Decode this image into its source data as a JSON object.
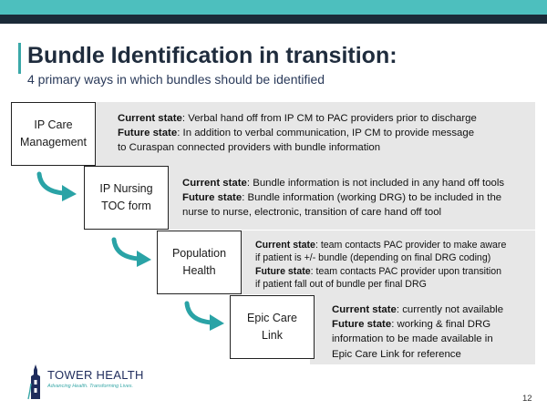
{
  "slide": {
    "title": "Bundle Identification in transition:",
    "subtitle": "4 primary ways in which bundles should be identified",
    "page_number": "12",
    "colors": {
      "teal": "#4dbfbe",
      "navy": "#1b2a38",
      "panel": "#e7e7e7"
    }
  },
  "steps": [
    {
      "box": [
        "IP Care",
        "Management"
      ],
      "current_label": "Current state",
      "current_lines": [
        ": Verbal hand off from IP CM to PAC providers prior to discharge"
      ],
      "future_label": "Future state",
      "future_lines": [
        ": In addition to verbal communication, IP CM to provide message",
        "to Curaspan connected providers with bundle information"
      ]
    },
    {
      "box": [
        "IP Nursing",
        "TOC form"
      ],
      "current_label": "Current state",
      "current_lines": [
        ": Bundle information is not included in any hand off tools"
      ],
      "future_label": "Future state",
      "future_lines": [
        ": Bundle information (working DRG) to be included in the",
        "nurse to nurse, electronic, transition of care hand off tool"
      ]
    },
    {
      "box": [
        "Population",
        "Health"
      ],
      "current_label": "Current state",
      "current_lines": [
        ": team contacts PAC provider to make aware",
        "if patient is +/- bundle  (depending  on final DRG coding)"
      ],
      "future_label": "Future state",
      "future_lines": [
        ": team contacts PAC provider upon transition",
        "if patient fall out of bundle  per final DRG"
      ]
    },
    {
      "box": [
        "Epic Care",
        "Link"
      ],
      "current_label": "Current state",
      "current_lines": [
        ": currently not available"
      ],
      "future_label": "Future state",
      "future_lines": [
        ": working & final DRG",
        "information to be made available in",
        "Epic Care Link for reference"
      ]
    }
  ],
  "logo": {
    "name": "TOWER HEALTH",
    "tagline": "Advancing Health. Transforming Lives.",
    "icon": "tower-logo-icon"
  }
}
